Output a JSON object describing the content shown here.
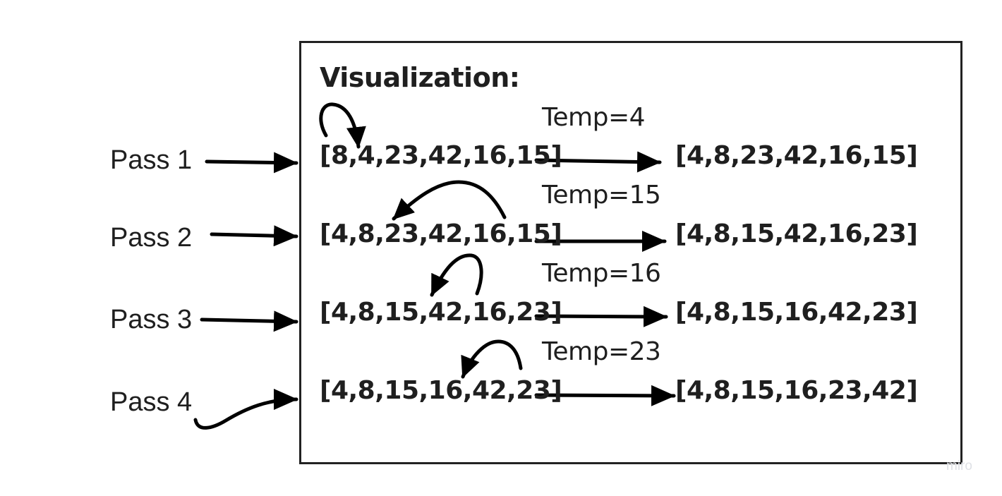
{
  "title": "Visualization:",
  "passes": [
    {
      "label": "Pass 1",
      "before": "[8,4,23,42,16,15]",
      "after": "[4,8,23,42,16,15]",
      "temp": "Temp=4"
    },
    {
      "label": "Pass 2",
      "before": "[4,8,23,42,16,15]",
      "after": "[4,8,15,42,16,23]",
      "temp": "Temp=15"
    },
    {
      "label": "Pass 3",
      "before": "[4,8,15,42,16,23]",
      "after": "[4,8,15,16,42,23]",
      "temp": "Temp=16"
    },
    {
      "label": "Pass 4",
      "before": "[4,8,15,16,42,23]",
      "after": "[4,8,15,16,23,42]",
      "temp": "Temp=23"
    }
  ],
  "watermark": "miro",
  "colors": {
    "ink": "#1f1f1f",
    "frame": "#222222",
    "watermark": "#dfe1e6"
  }
}
